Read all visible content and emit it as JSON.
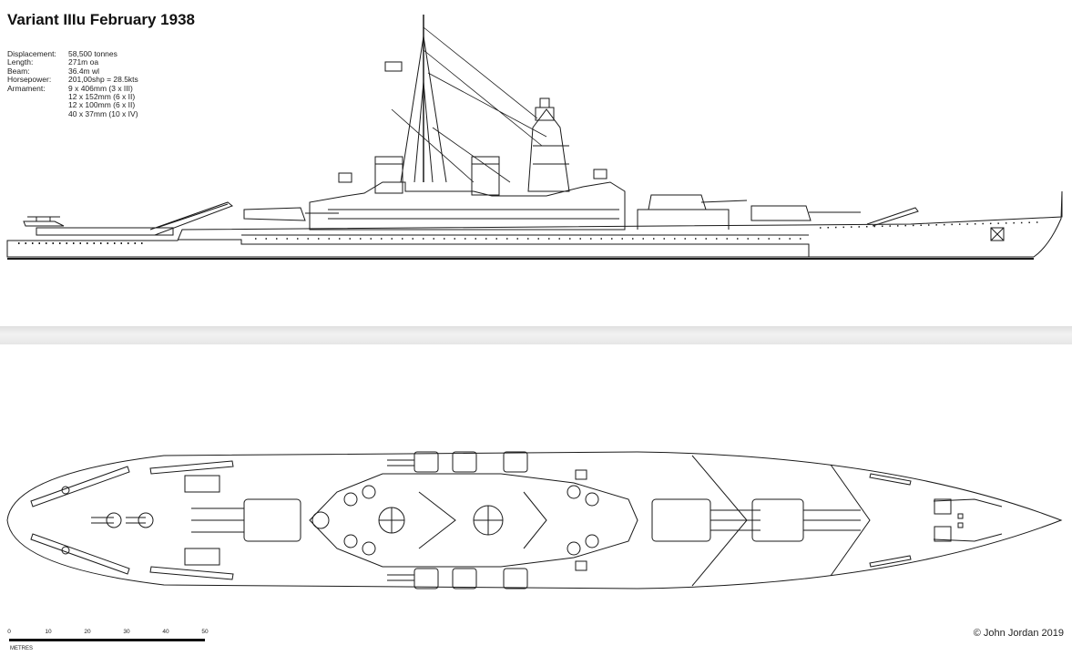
{
  "title": "Variant IIIu February 1938",
  "specs": [
    {
      "label": "Displacement:",
      "values": [
        "58,500 tonnes"
      ]
    },
    {
      "label": "Length:",
      "values": [
        "271m oa"
      ]
    },
    {
      "label": "Beam:",
      "values": [
        "36.4m wl"
      ]
    },
    {
      "label": "Horsepower:",
      "values": [
        "201,00shp = 28.5kts"
      ]
    },
    {
      "label": "Armament:",
      "values": [
        "9 x 406mm (3 x III)",
        "12 x 152mm (6 x II)",
        "12 x 100mm (6 x II)",
        "40 x 37mm (10 x IV)"
      ]
    }
  ],
  "scale": {
    "ticks": [
      "0",
      "10",
      "20",
      "30",
      "40",
      "50"
    ],
    "unit": "METRES"
  },
  "copyright": "© John Jordan 2019"
}
